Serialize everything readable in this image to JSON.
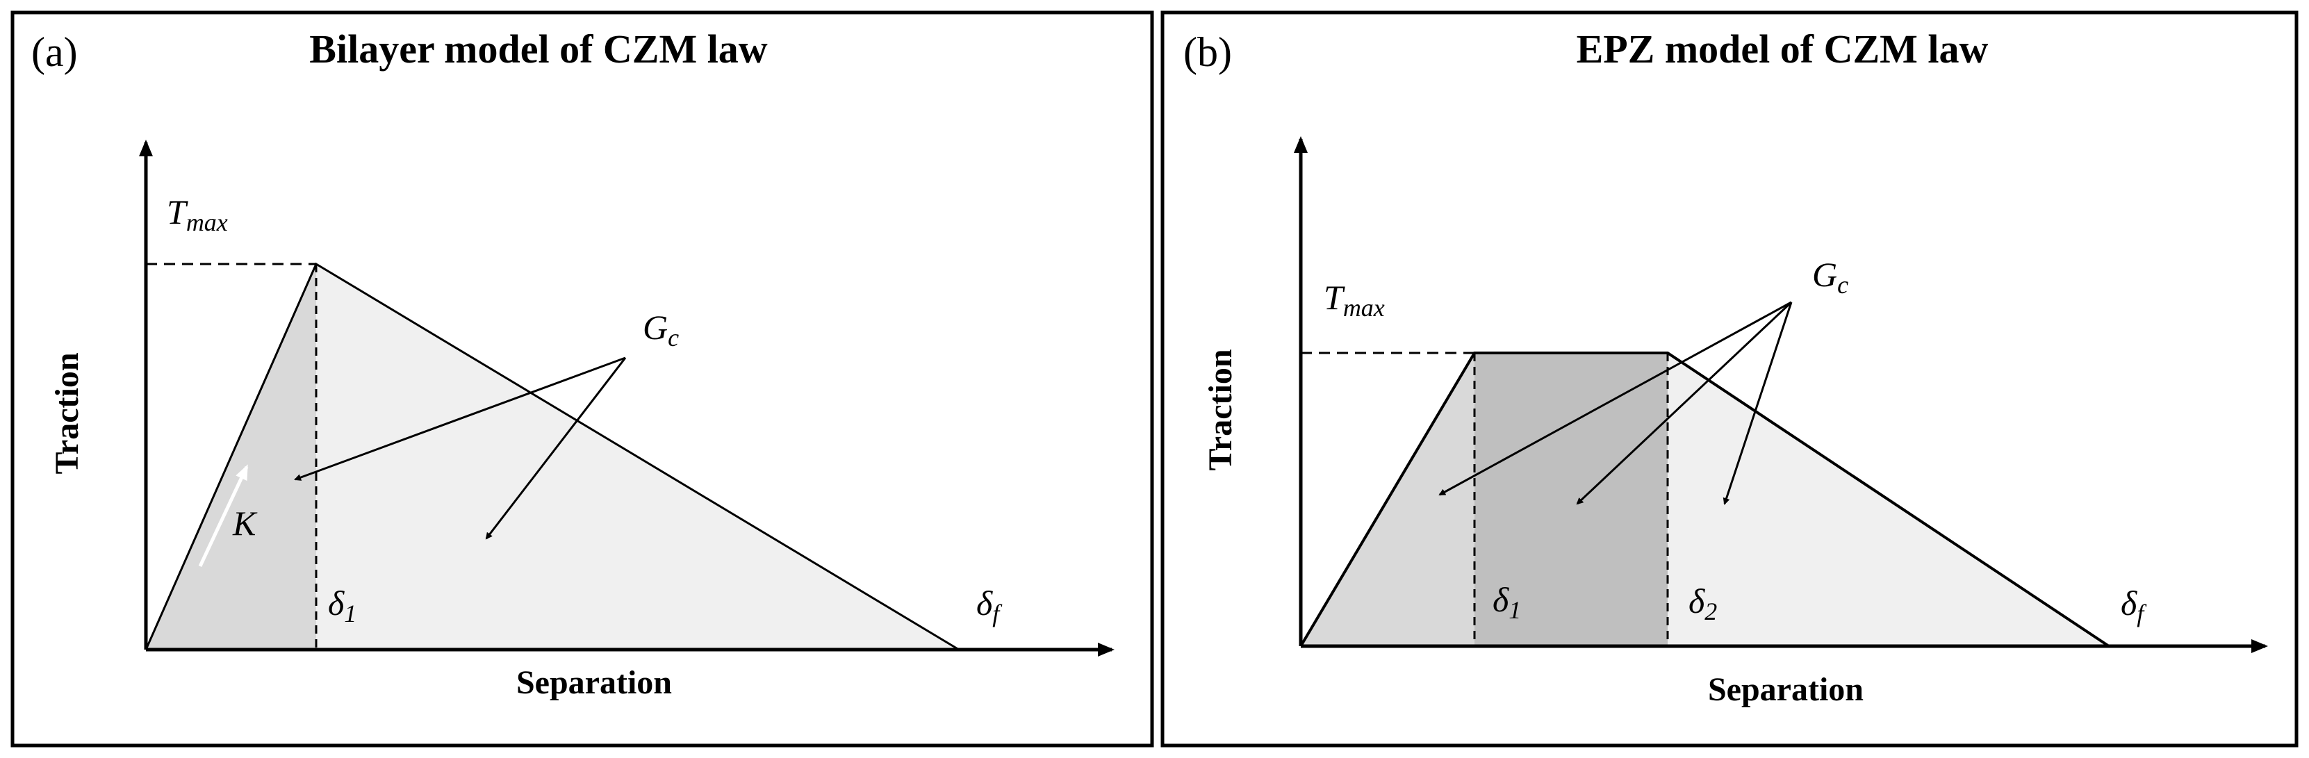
{
  "panels": [
    {
      "tag": "(a)",
      "title": "Bilayer model of CZM law",
      "ylabel": "Traction",
      "xlabel": "Separation",
      "tmax": {
        "base": "T",
        "sub": "max"
      },
      "gc": {
        "base": "G",
        "sub": "c"
      },
      "stiffness": "K",
      "delta1": {
        "base": "δ",
        "sub": "1"
      },
      "deltaf": {
        "base": "δ",
        "sub": "f"
      }
    },
    {
      "tag": "(b)",
      "title": "EPZ model of CZM law",
      "ylabel": "Traction",
      "xlabel": "Separation",
      "tmax": {
        "base": "T",
        "sub": "max"
      },
      "gc": {
        "base": "G",
        "sub": "c"
      },
      "delta1": {
        "base": "δ",
        "sub": "1"
      },
      "delta2": {
        "base": "δ",
        "sub": "2"
      },
      "deltaf": {
        "base": "δ",
        "sub": "f"
      }
    }
  ],
  "colors": {
    "frame": "#000000",
    "fill_light": "#f0f0f0",
    "fill_mid": "#d9d9d9",
    "fill_dark": "#bfbfbf",
    "k_arrow": "#ffffff"
  }
}
